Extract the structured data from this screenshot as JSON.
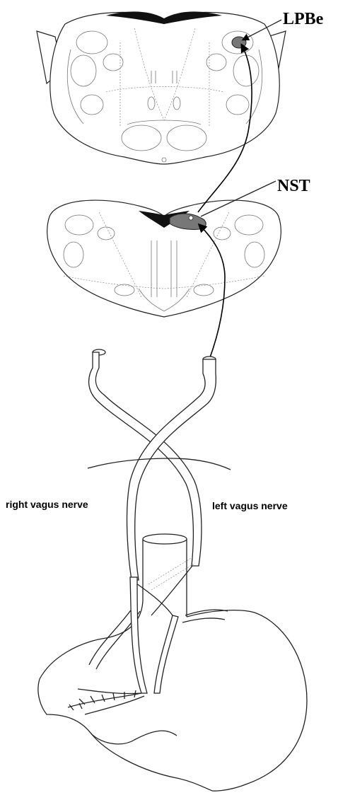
{
  "labels": {
    "lpbe": "LPBe",
    "nst": "NST",
    "right_vagus": "right vagus nerve",
    "left_vagus": "left vagus nerve"
  },
  "colors": {
    "highlight": "#777777",
    "ventricle": "#111111",
    "line": "#222222"
  }
}
